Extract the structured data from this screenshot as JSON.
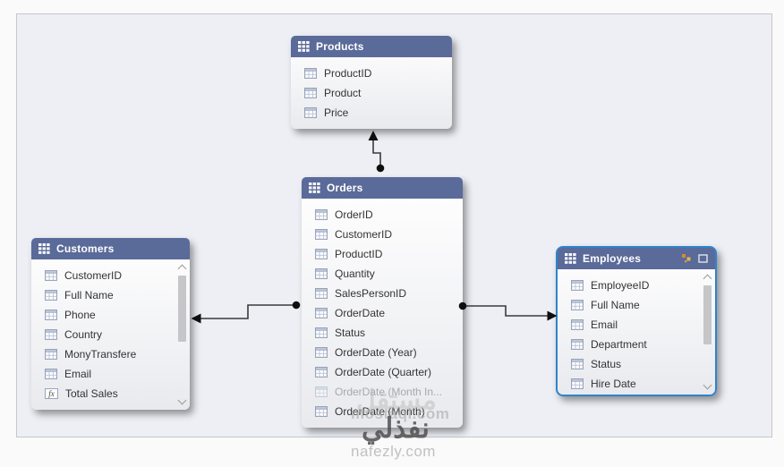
{
  "colors": {
    "table_header": "#5a6a99",
    "selection_border": "#2e83cc",
    "relationship_line": "#3a3a3a",
    "canvas_background": "#edeff5"
  },
  "tables": {
    "products": {
      "title": "Products",
      "fields": [
        {
          "name": "ProductID"
        },
        {
          "name": "Product"
        },
        {
          "name": "Price"
        }
      ]
    },
    "orders": {
      "title": "Orders",
      "fields": [
        {
          "name": "OrderID"
        },
        {
          "name": "CustomerID"
        },
        {
          "name": "ProductID"
        },
        {
          "name": "Quantity"
        },
        {
          "name": "SalesPersonID"
        },
        {
          "name": "OrderDate"
        },
        {
          "name": "Status"
        },
        {
          "name": "OrderDate (Year)"
        },
        {
          "name": "OrderDate (Quarter)"
        },
        {
          "name": "OrderDate (Month In...",
          "muted": true
        },
        {
          "name": "OrderDate (Month)"
        }
      ]
    },
    "customers": {
      "title": "Customers",
      "fields": [
        {
          "name": "CustomerID"
        },
        {
          "name": "Full Name"
        },
        {
          "name": "Phone"
        },
        {
          "name": "Country"
        },
        {
          "name": "MonyTransfere"
        },
        {
          "name": "Email"
        },
        {
          "name": "Total Sales",
          "icon": "fx"
        }
      ]
    },
    "employees": {
      "title": "Employees",
      "fields": [
        {
          "name": "EmployeeID"
        },
        {
          "name": "Full Name"
        },
        {
          "name": "Email"
        },
        {
          "name": "Department"
        },
        {
          "name": "Status"
        },
        {
          "name": "Hire Date"
        }
      ]
    }
  },
  "relationships": [
    {
      "from": "Orders",
      "to": "Products"
    },
    {
      "from": "Orders",
      "to": "Customers"
    },
    {
      "from": "Orders",
      "to": "Employees"
    }
  ],
  "watermarks": {
    "center_arabic": "مستقل",
    "center_domain": "mostaql.com",
    "bottom_arabic": "نفذلي",
    "bottom_domain": "nafezly.com"
  },
  "icons": {
    "fx_label": "fx"
  }
}
